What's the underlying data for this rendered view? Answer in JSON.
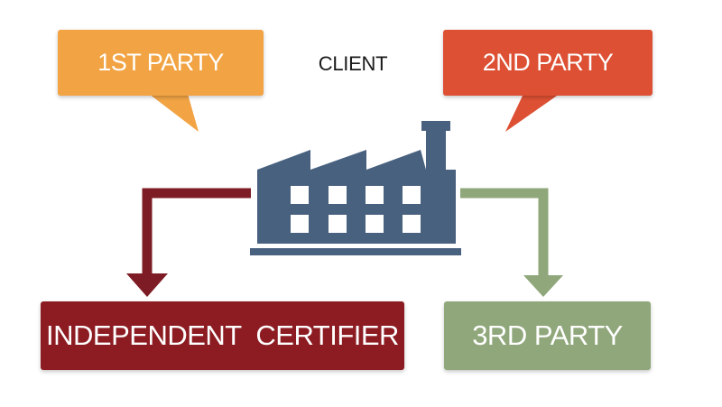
{
  "diagram": {
    "client_label": "CLIENT",
    "first_party": {
      "label": "1ST PARTY",
      "color": "#f2a444"
    },
    "second_party": {
      "label": "2ND PARTY",
      "color": "#dd5034"
    },
    "independent_certifier": {
      "label": "INDEPENDENT  CERTIFIER",
      "color": "#8c1c22"
    },
    "third_party": {
      "label": "3RD PARTY",
      "color": "#8fa77a"
    },
    "factory": {
      "icon": "factory-icon",
      "color": "#48617f"
    },
    "arrows": {
      "left_color": "#7d1c24",
      "right_color": "#8fa77a"
    }
  }
}
